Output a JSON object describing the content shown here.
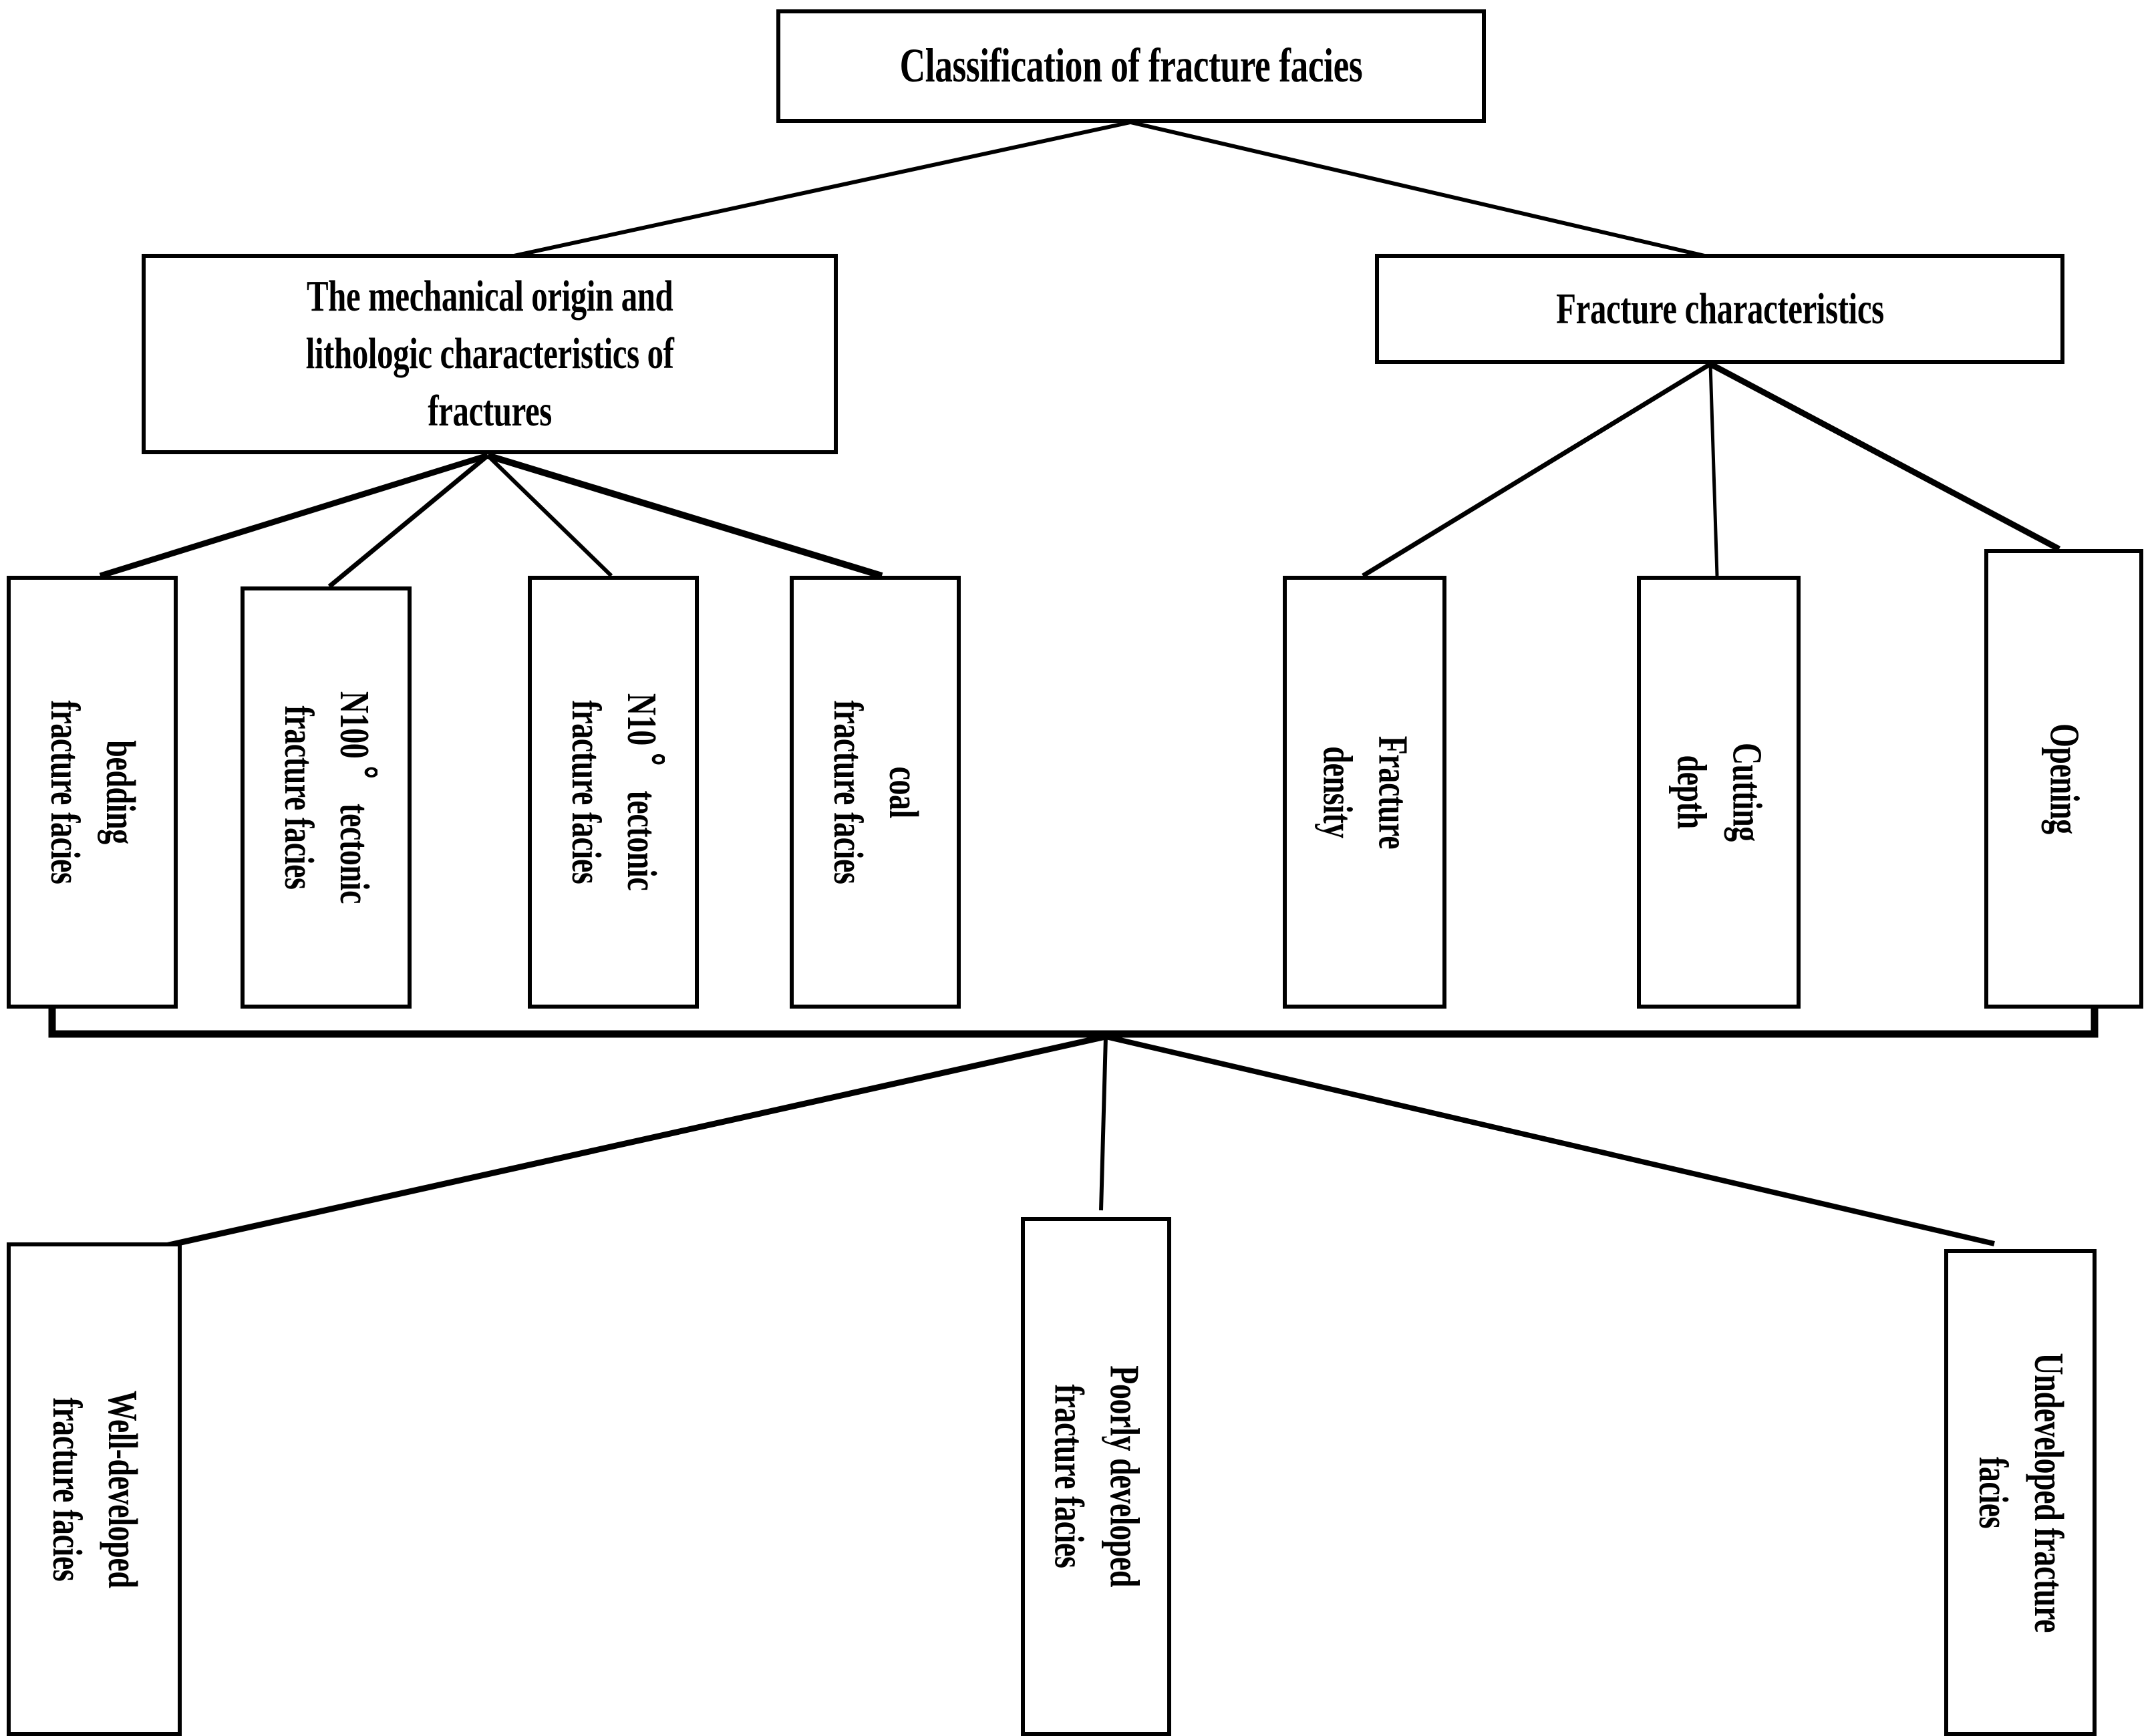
{
  "diagram": {
    "title_node": {
      "id": "classification-of-fracture-facies",
      "label": "Classification of fracture facies"
    },
    "level2": [
      {
        "id": "mechanical-origin-lithologic-characteristics",
        "label": "The mechanical origin and\nlithologic characteristics of\nfractures"
      },
      {
        "id": "fracture-characteristics",
        "label": "Fracture characteristics"
      }
    ],
    "level3_left": [
      {
        "id": "bedding-fracture-facies",
        "label": "bedding\nfracture facies"
      },
      {
        "id": "n100-tectonic-fracture-facies",
        "label": "N100 。 tectonic\nfracture facies"
      },
      {
        "id": "n10-tectonic-fracture-facies",
        "label": "N10 。 tectonic\nfracture facies"
      },
      {
        "id": "coal-fracture-facies",
        "label": "coal\nfracture facies"
      }
    ],
    "level3_right": [
      {
        "id": "fracture-density",
        "label": "Fracture\ndensity"
      },
      {
        "id": "cutting-depth",
        "label": "Cutting\ndepth"
      },
      {
        "id": "opening",
        "label": "Opening"
      }
    ],
    "level4": [
      {
        "id": "well-developed-fracture-facies",
        "label": "Well-developed\nfracture facies"
      },
      {
        "id": "poorly-developed-fracture-facies",
        "label": "Poorly developed\nfracture facies"
      },
      {
        "id": "undeveloped-fracture-facies",
        "label": "Undeveloped fracture\nfacies"
      }
    ],
    "colors": {
      "stroke": "#000000",
      "fill": "#ffffff",
      "text": "#000000"
    }
  }
}
